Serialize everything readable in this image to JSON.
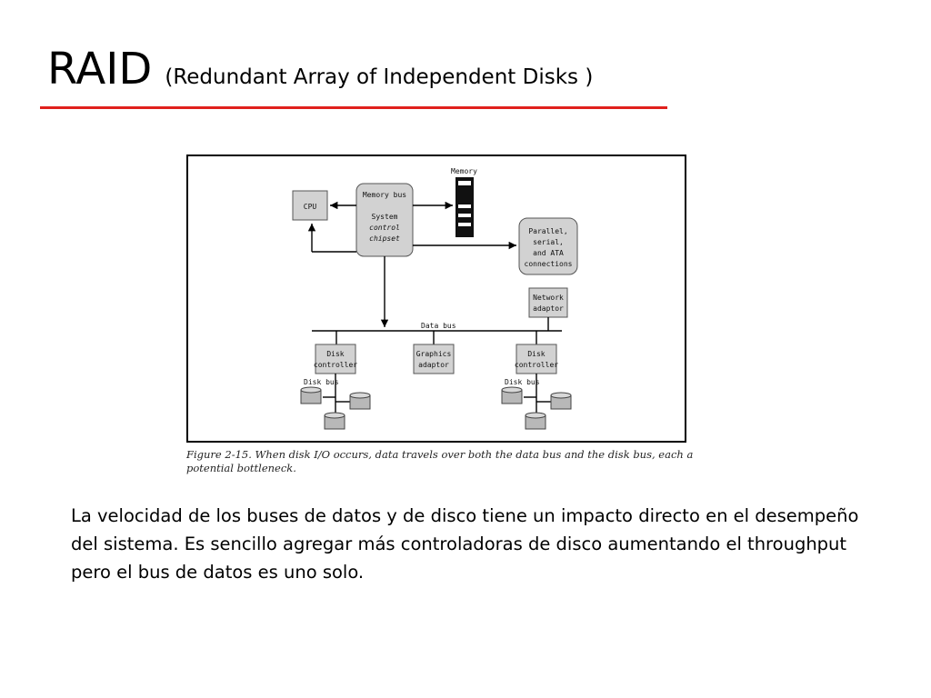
{
  "slide": {
    "title_main": "RAID",
    "title_sub": "(Redundant Array of Independent Disks )",
    "accent_color": "#e0201c",
    "body": "La velocidad de los buses de datos y de disco tiene un impacto directo en el desempeño del sistema. Es sencillo agregar más controladoras de disco aumentando el throughput pero el bus de datos es uno solo."
  },
  "figure": {
    "caption": "Figure 2-15. When disk I/O occurs, data travels over both the data bus and the disk bus, each a potential bottleneck.",
    "labels": {
      "memory": "Memory",
      "cpu": "CPU",
      "memory_bus": "Memory bus",
      "chipset_1": "System",
      "chipset_2": "control",
      "chipset_3": "chipset",
      "parallel_1": "Parallel,",
      "parallel_2": "serial,",
      "parallel_3": "and ATA",
      "parallel_4": "connections",
      "network_1": "Network",
      "network_2": "adaptor",
      "data_bus": "Data bus",
      "disk_ctrl_1": "Disk",
      "disk_ctrl_2": "controller",
      "graphics_1": "Graphics",
      "graphics_2": "adaptor",
      "disk_bus": "Disk bus"
    }
  }
}
